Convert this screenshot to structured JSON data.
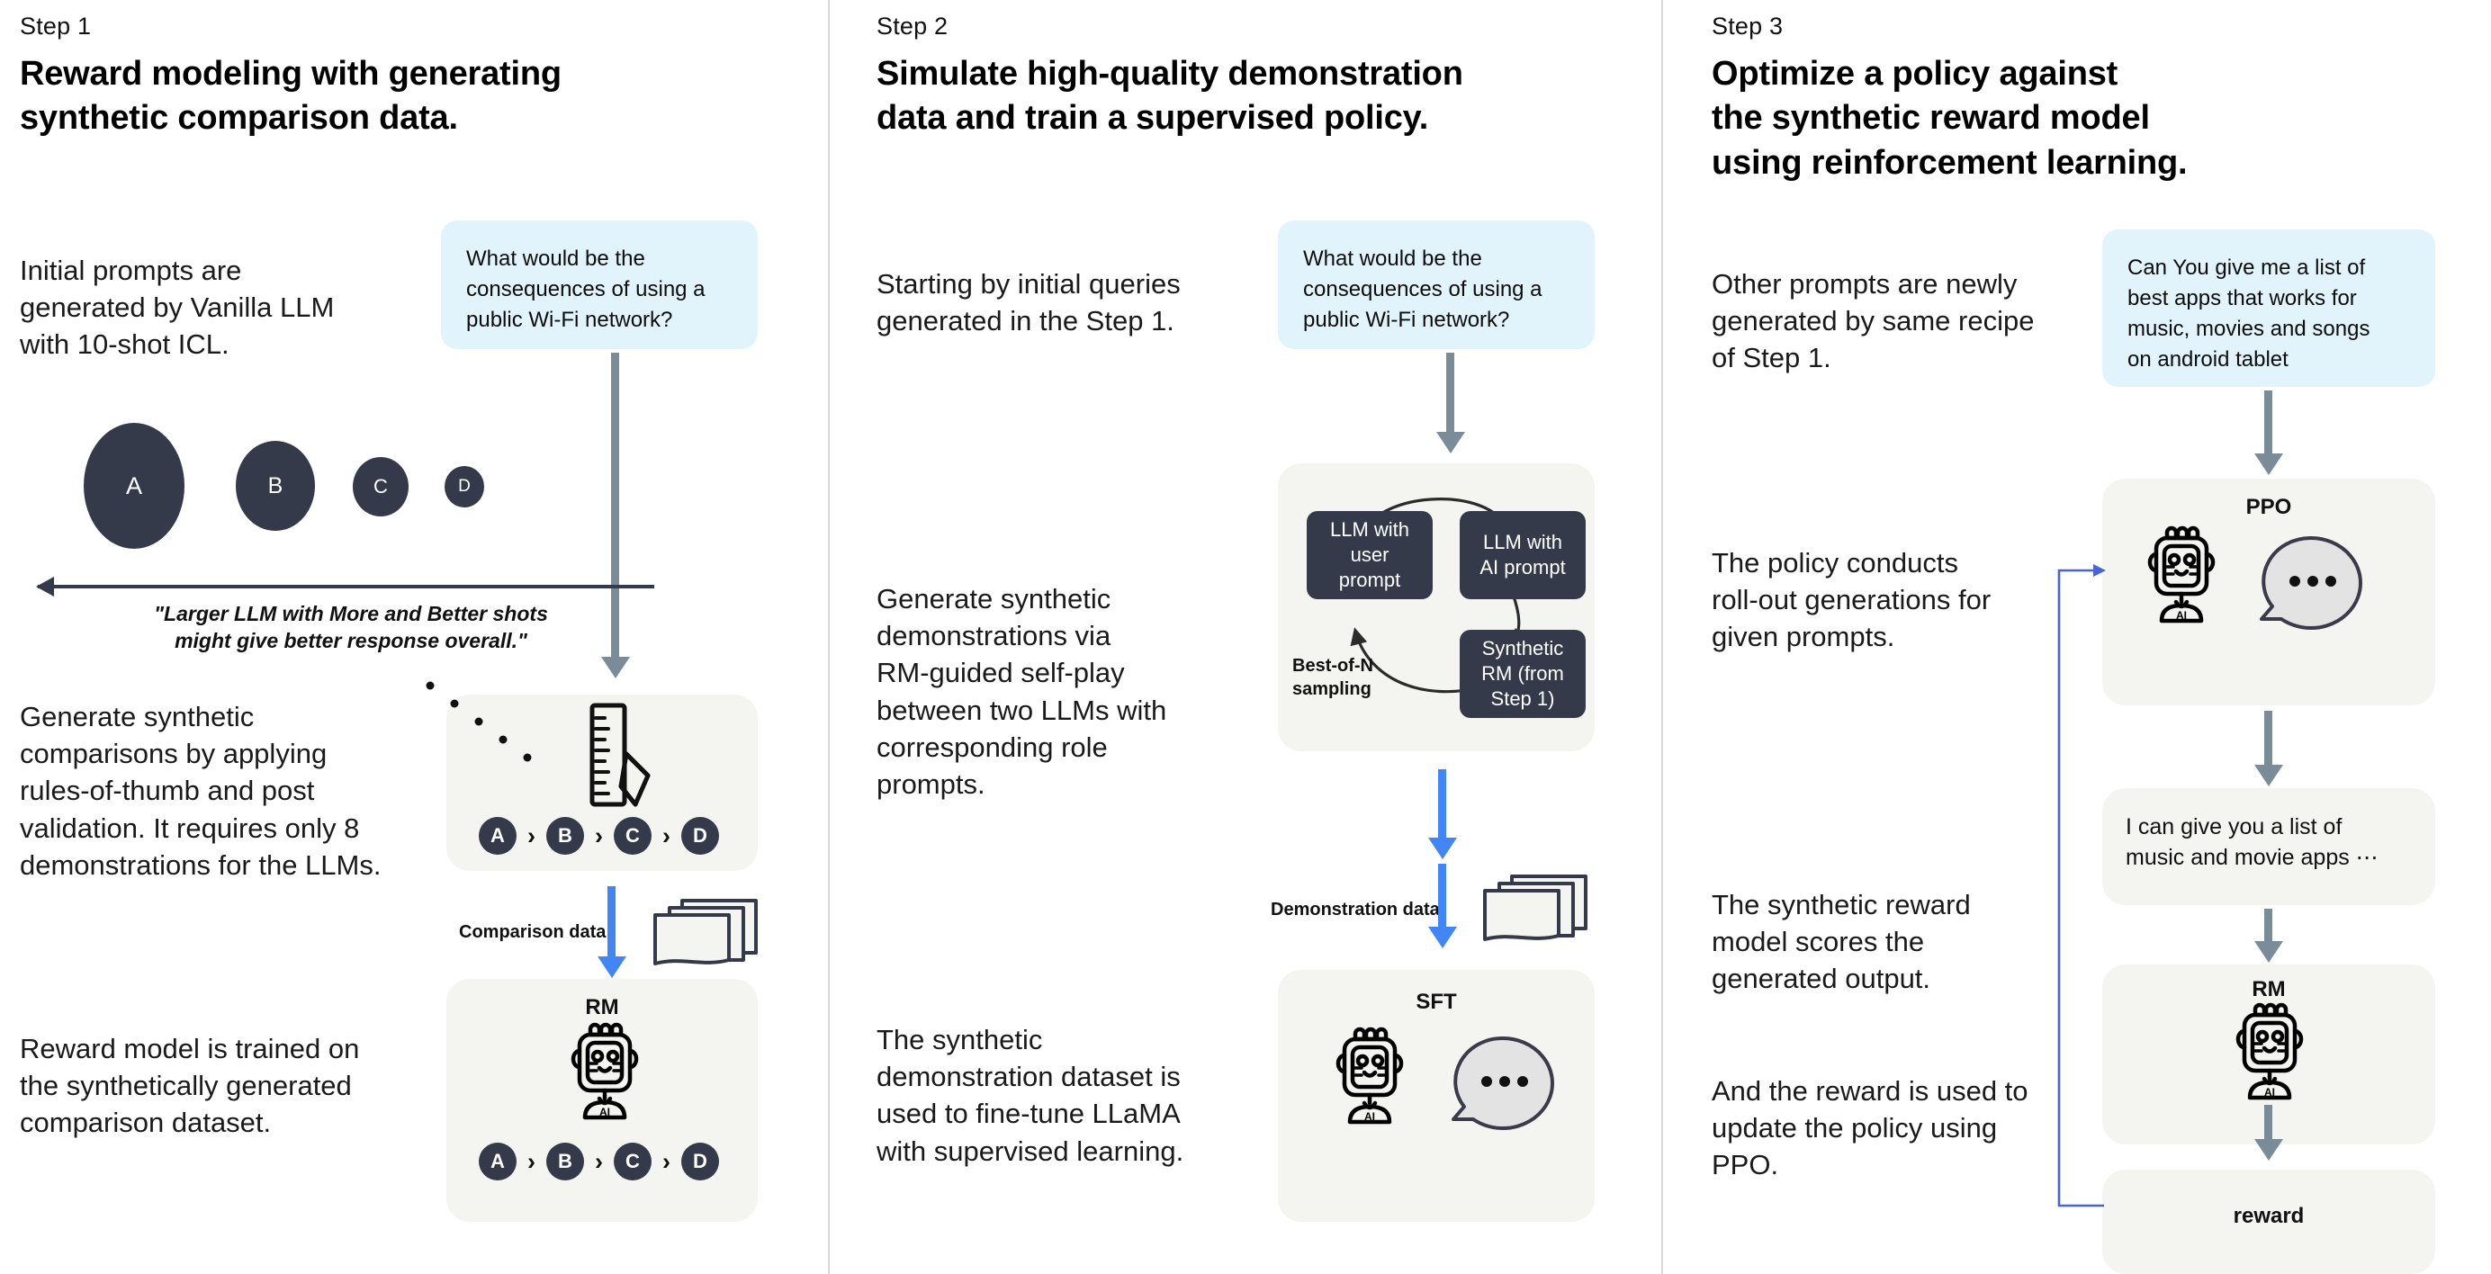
{
  "steps": [
    {
      "label": "Step 1",
      "title": "Reward modeling with generating\nsynthetic comparison data.",
      "texts": {
        "intro": "Initial prompts are\ngenerated by Vanilla LLM\nwith 10-shot ICL.",
        "middle": "Generate synthetic\ncomparisons by applying\nrules-of-thumb and post\nvalidation. It requires only 8\ndemonstrations for the LLMs.",
        "bottom": "Reward model is trained on\nthe synthetically generated\ncomparison dataset."
      },
      "prompt_bubble": "What would be the\nconsequences of using a\npublic Wi-Fi network?",
      "responses": [
        {
          "id": "A",
          "size": 104
        },
        {
          "id": "B",
          "size": 74
        },
        {
          "id": "C",
          "size": 50
        },
        {
          "id": "D",
          "size": 34
        }
      ],
      "axis_caption": "\"Larger LLM with More and Better shots\nmight give better response overall.\"",
      "ranking": [
        "A",
        "B",
        "C",
        "D"
      ],
      "rank_separator": "›",
      "data_arrow_label": "Comparison data",
      "rm_panel_label": "RM"
    },
    {
      "label": "Step 2",
      "title": "Simulate high-quality demonstration\ndata and train a supervised policy.",
      "texts": {
        "intro": "Starting by initial queries\ngenerated in the Step 1.",
        "middle": "Generate synthetic\ndemonstrations via\nRM-guided self-play\nbetween two LLMs with\ncorresponding role\nprompts.",
        "bottom": "The synthetic\ndemonstration dataset is\nused to fine-tune LLaMA\nwith supervised learning."
      },
      "prompt_bubble": "What would be the\nconsequences of using a\npublic Wi-Fi network?",
      "selfplay": {
        "box_user": "LLM with\nuser\nprompt",
        "box_ai": "LLM with\nAI prompt",
        "box_rm": "Synthetic\nRM (from\nStep 1)",
        "loop_label": "Best-of-N\nsampling"
      },
      "data_arrow_label": "Demonstration data",
      "sft_panel_label": "SFT"
    },
    {
      "label": "Step 3",
      "title": "Optimize a policy against\nthe synthetic reward model\nusing reinforcement learning.",
      "texts": {
        "intro": "Other prompts are newly\ngenerated by same recipe\nof Step 1.",
        "middle": "The policy conducts\nroll-out generations for\ngiven prompts.",
        "middle2": "The synthetic reward\nmodel scores the\ngenerated output.",
        "bottom": "And the reward is used to\nupdate the policy using\nPPO."
      },
      "prompt_bubble": "Can You give me a list of\nbest apps that works for\nmusic, movies and songs\non android tablet",
      "ppo_panel_label": "PPO",
      "response_panel_text": "I can give you a list of\nmusic and movie apps ⋯",
      "rm_panel_label": "RM",
      "reward_panel_label": "reward"
    }
  ],
  "icons": {
    "ruler_pencil": "ruler-pencil-icon",
    "robot": "robot-icon",
    "speech_ellipsis": "speech-bubble-ellipsis-icon",
    "doc_stack": "document-stack-icon"
  },
  "colors": {
    "bubble_blue": "#e1f3fb",
    "panel_gray": "#f4f4f0",
    "dark_navy": "#343a4a",
    "arrow_gray": "#7b8c99",
    "arrow_blue": "#4285f4",
    "divider": "#d9d9d9"
  }
}
